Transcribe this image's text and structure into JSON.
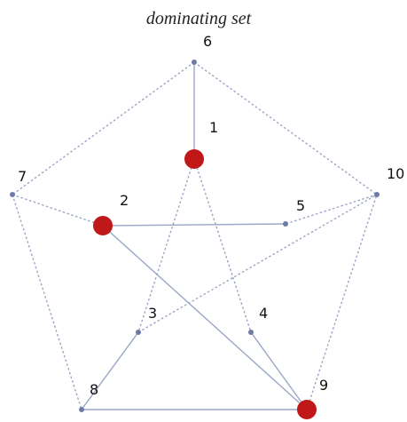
{
  "title": "dominating set",
  "graph": {
    "colors": {
      "edge": "#9aa6c6",
      "node": "#6d7ba8",
      "dominating": "#c01818"
    },
    "nodes": [
      {
        "id": "1",
        "label": "1",
        "dominating": true
      },
      {
        "id": "2",
        "label": "2",
        "dominating": true
      },
      {
        "id": "3",
        "label": "3",
        "dominating": false
      },
      {
        "id": "4",
        "label": "4",
        "dominating": false
      },
      {
        "id": "5",
        "label": "5",
        "dominating": false
      },
      {
        "id": "6",
        "label": "6",
        "dominating": false
      },
      {
        "id": "7",
        "label": "7",
        "dominating": false
      },
      {
        "id": "8",
        "label": "8",
        "dominating": false
      },
      {
        "id": "9",
        "label": "9",
        "dominating": true
      },
      {
        "id": "10",
        "label": "10",
        "dominating": false
      }
    ],
    "edges": [
      {
        "from": "6",
        "to": "7",
        "style": "dashed"
      },
      {
        "from": "6",
        "to": "10",
        "style": "dashed"
      },
      {
        "from": "7",
        "to": "8",
        "style": "dashed"
      },
      {
        "from": "8",
        "to": "9",
        "style": "solid"
      },
      {
        "from": "9",
        "to": "10",
        "style": "dashed"
      },
      {
        "from": "6",
        "to": "1",
        "style": "solid"
      },
      {
        "from": "7",
        "to": "2",
        "style": "dashed"
      },
      {
        "from": "8",
        "to": "3",
        "style": "solid"
      },
      {
        "from": "9",
        "to": "4",
        "style": "solid"
      },
      {
        "from": "10",
        "to": "5",
        "style": "dashed"
      },
      {
        "from": "1",
        "to": "3",
        "style": "dashed"
      },
      {
        "from": "1",
        "to": "4",
        "style": "dashed"
      },
      {
        "from": "2",
        "to": "5",
        "style": "solid"
      },
      {
        "from": "2",
        "to": "9",
        "style": "solid"
      },
      {
        "from": "3",
        "to": "10",
        "style": "dashed"
      }
    ]
  }
}
